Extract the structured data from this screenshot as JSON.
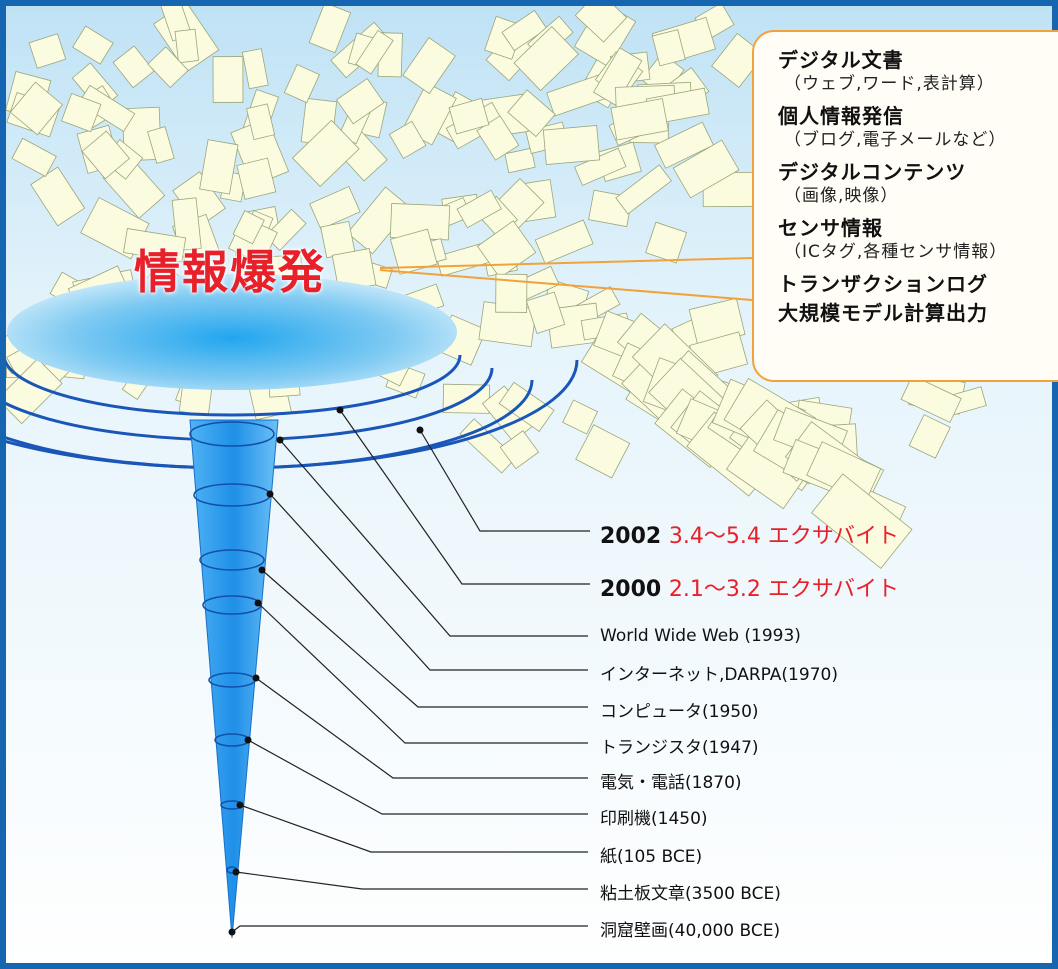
{
  "headline": "情報爆発",
  "info_box": [
    {
      "title": "デジタル文書",
      "sub": "（ウェブ,ワード,表計算）"
    },
    {
      "title": "個人情報発信",
      "sub": "（ブログ,電子メールなど）"
    },
    {
      "title": "デジタルコンテンツ",
      "sub": "（画像,映像）"
    },
    {
      "title": "センサ情報",
      "sub": "（ICタグ,各種センサ情報）"
    },
    {
      "title": "トランザクションログ",
      "sub": ""
    },
    {
      "title": "大規模モデル計算出力",
      "sub": ""
    }
  ],
  "timeline": [
    {
      "year": "2002",
      "amount": "3.4〜5.4 エクサバイト",
      "major": true
    },
    {
      "year": "2000",
      "amount": "2.1〜3.2 エクサバイト",
      "major": true
    },
    {
      "label": "World Wide Web (1993)"
    },
    {
      "label": "インターネット,DARPA(1970)"
    },
    {
      "label": "コンピュータ(1950)"
    },
    {
      "label": "トランジスタ(1947)"
    },
    {
      "label": "電気・電話(1870)"
    },
    {
      "label": "印刷機(1450)"
    },
    {
      "label": "紙(105 BCE)"
    },
    {
      "label": "粘土板文章(3500 BCE)"
    },
    {
      "label": "洞窟壁画(40,000 BCE)"
    }
  ],
  "colors": {
    "frame": "#1565b0",
    "funnel": "#3aa0f0",
    "ring": "#1a56b8",
    "paper": "#fbfbe0",
    "accent_red": "#e8202a",
    "callout_orange": "#f2a23a"
  }
}
